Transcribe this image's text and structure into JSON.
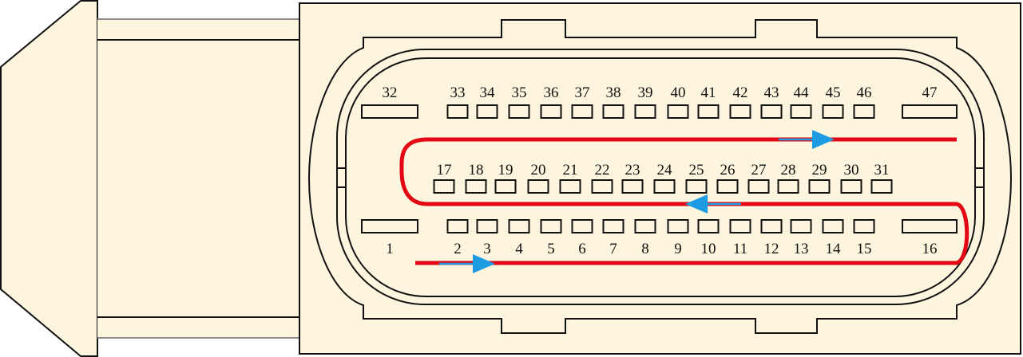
{
  "diagram": {
    "type": "connector-pinout",
    "colors": {
      "body": "#fdf5dd",
      "outline": "#111111",
      "path": "#e30613",
      "arrow": "#1d9ce4",
      "guide": "#8a8a8a"
    },
    "rows": {
      "top": [
        "32",
        "33",
        "34",
        "35",
        "36",
        "37",
        "38",
        "39",
        "40",
        "41",
        "42",
        "43",
        "44",
        "45",
        "46",
        "47"
      ],
      "middle": [
        "17",
        "18",
        "19",
        "20",
        "21",
        "22",
        "23",
        "24",
        "25",
        "26",
        "27",
        "28",
        "29",
        "30",
        "31"
      ],
      "bottom": [
        "1",
        "2",
        "3",
        "4",
        "5",
        "6",
        "7",
        "8",
        "9",
        "10",
        "11",
        "12",
        "13",
        "14",
        "15",
        "16"
      ]
    },
    "path_arrows": [
      "right",
      "left",
      "right"
    ]
  }
}
